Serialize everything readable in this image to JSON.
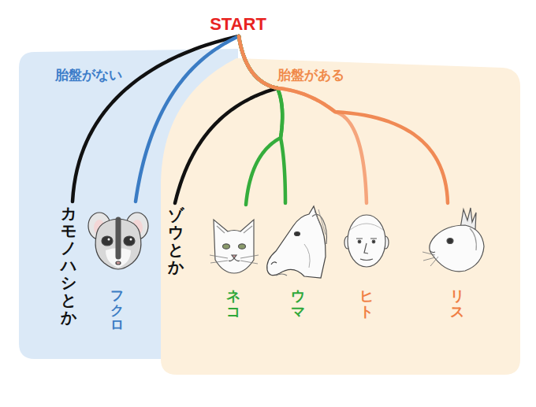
{
  "diagram": {
    "nodes": [
      {
        "text": [
          "START"
        ]
      },
      {
        "text": [
          "胎盤がない"
        ]
      },
      {
        "text": [
          "カモノハシとか"
        ],
        "in": 1
      },
      {
        "text": [
          "フクロ"
        ],
        "in": 1
      },
      {
        "text": [
          "胎盤がある"
        ]
      },
      {
        "text": [
          "ゾウとか"
        ],
        "in": 4
      },
      {
        "text": [
          "ネコ"
        ],
        "in": 4
      },
      {
        "text": [
          "ウマ"
        ],
        "in": 4
      },
      {
        "text": [
          "ヒト"
        ],
        "in": 4
      },
      {
        "text": [
          "リス"
        ],
        "in": 4
      }
    ],
    "edges": [
      {
        "from": 0,
        "to": 2,
        "arrow": "none"
      },
      {
        "from": 0,
        "to": 3,
        "arrow": "none"
      },
      {
        "from": 0,
        "to": 5,
        "arrow": "none"
      },
      {
        "from": 0,
        "to": 6,
        "arrow": "none"
      },
      {
        "from": 0,
        "to": 7,
        "arrow": "none"
      },
      {
        "from": 0,
        "to": 8,
        "arrow": "none"
      },
      {
        "from": 0,
        "to": 9,
        "arrow": "none"
      }
    ]
  }
}
